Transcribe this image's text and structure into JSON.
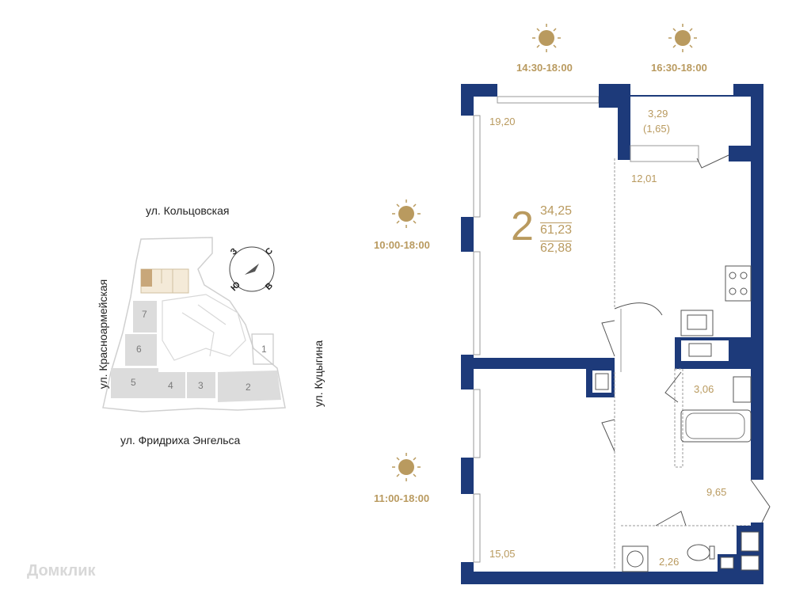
{
  "sun_times": [
    "14:30-18:00",
    "16:30-18:00",
    "10:00-18:00",
    "11:00-18:00"
  ],
  "streets": {
    "north": "ул. Кольцовская",
    "west": "ул. Красноармейская",
    "east": "ул. Куцыгина",
    "south": "ул. Фридриха Энгельса"
  },
  "compass": {
    "north": "С",
    "south": "Ю",
    "west": "З",
    "east": "В"
  },
  "site_blocks": [
    "1",
    "2",
    "3",
    "4",
    "5",
    "6",
    "7"
  ],
  "apartment": {
    "rooms": "2",
    "living_area": "34,25",
    "total_area": "61,23",
    "total_with_balcony": "62,88"
  },
  "room_areas": {
    "room_top": "19,20",
    "balcony": "3,29",
    "balcony_reduced": "(1,65)",
    "kitchen": "12,01",
    "bathroom": "3,06",
    "hall": "9,65",
    "room_bottom": "15,05",
    "wc": "2,26"
  },
  "colors": {
    "wall": "#1d3a7a",
    "accent": "#b99a5f",
    "block": "#dcdcdc",
    "site_line": "#d0d0d0"
  },
  "watermark": "Домклик"
}
